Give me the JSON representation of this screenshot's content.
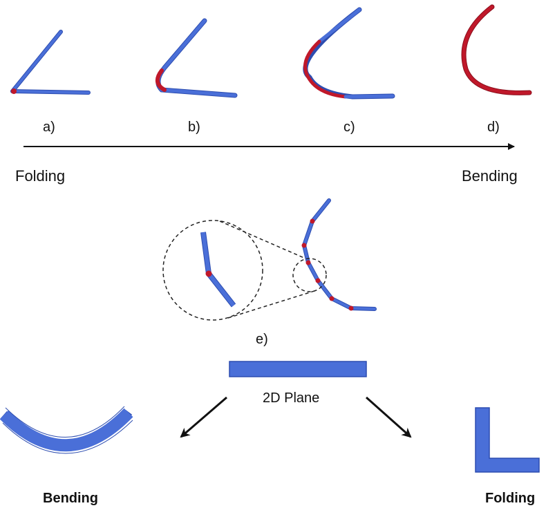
{
  "labels": {
    "a": "a)",
    "b": "b)",
    "c": "c)",
    "d": "d)",
    "e": "e)",
    "folding_top": "Folding",
    "bending_top": "Bending",
    "plane": "2D Plane",
    "bending_bottom": "Bending",
    "folding_bottom": "Folding"
  },
  "colors": {
    "rod_blue": "#4a6fd8",
    "rod_blue_edge": "#2d4db0",
    "joint_red": "#c0182a",
    "arrow": "#111111",
    "dashed": "#222222"
  }
}
